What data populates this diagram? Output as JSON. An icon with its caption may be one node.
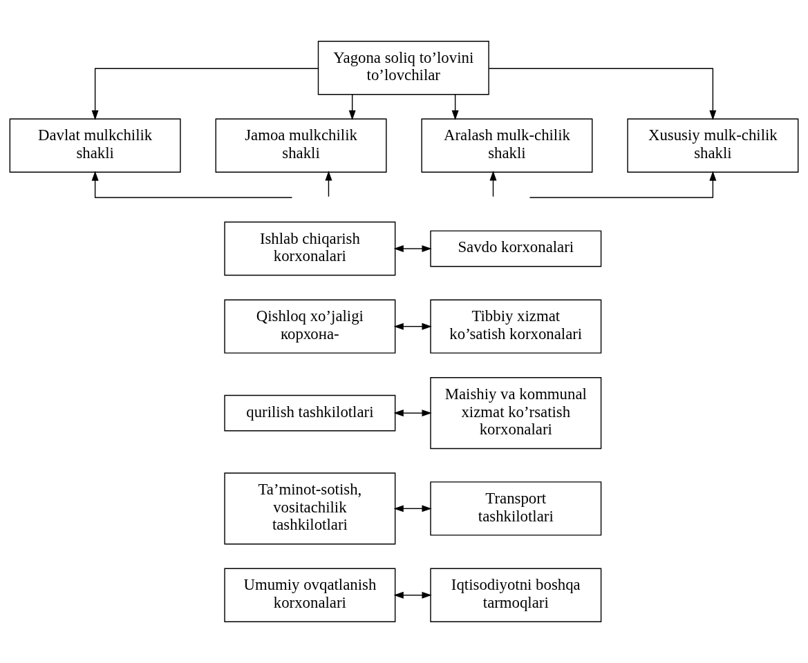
{
  "diagram": {
    "nodes": [
      {
        "text": [
          "Yagona soliq to’lovini to’lovchilar"
        ]
      },
      {
        "text": [
          "Davlat mulkchilik shakli"
        ]
      },
      {
        "text": [
          "Jamoa mulkchilik shakli"
        ]
      },
      {
        "text": [
          "Aralash mulk-chilik shakli"
        ]
      },
      {
        "text": [
          "Xususiy mulk-chilik shakli"
        ]
      },
      {
        "text": [
          "Ishlab chiqarish korxonalari"
        ]
      },
      {
        "text": [
          "Savdo korxonalari"
        ]
      },
      {
        "text": [
          "Qishloq xo’jaligi корхона-"
        ]
      },
      {
        "text": [
          "Tibbiy xizmat ko’satish korxonalari"
        ]
      },
      {
        "text": [
          "qurilish tashkilotlari"
        ]
      },
      {
        "text": [
          "Maishiy va kommunal xizmat ko’rsatish korxonalari"
        ]
      },
      {
        "text": [
          "Ta’minot-sotish, vositachilik tashkilotlari"
        ]
      },
      {
        "text": [
          "Umumiy ovqatlanish korxonalari"
        ]
      },
      {
        "text": [
          "Transport tashkilotlari"
        ]
      },
      {
        "text": [
          "Iqtisodiyotni boshqa tarmoqlari"
        ]
      }
    ],
    "edges": [
      {
        "from": 0,
        "to": 1,
        "arrow": "to"
      },
      {
        "from": 0,
        "to": 2,
        "arrow": "to"
      },
      {
        "from": 0,
        "to": 3,
        "arrow": "to"
      },
      {
        "from": 0,
        "to": 4,
        "arrow": "to"
      },
      {
        "from": null,
        "to": 1,
        "arrow": "to"
      },
      {
        "from": null,
        "to": 2,
        "arrow": "to"
      },
      {
        "from": null,
        "to": 3,
        "arrow": "to"
      },
      {
        "from": null,
        "to": 4,
        "arrow": "to"
      },
      {
        "from": 5,
        "to": 6,
        "arrow": "both"
      },
      {
        "from": 7,
        "to": 8,
        "arrow": "both"
      },
      {
        "from": 9,
        "to": 10,
        "arrow": "both"
      },
      {
        "from": 11,
        "to": 13,
        "arrow": "both"
      },
      {
        "from": 12,
        "to": 14,
        "arrow": "both"
      }
    ]
  }
}
